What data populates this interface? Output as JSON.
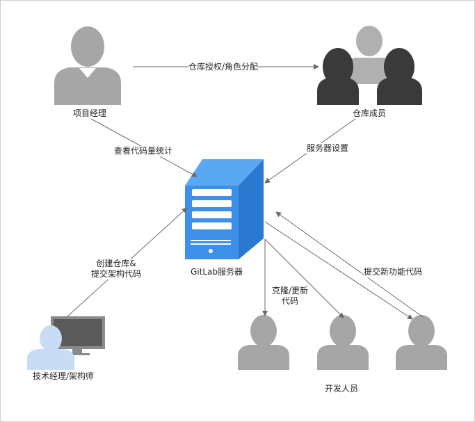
{
  "actors": {
    "project_manager": "项目经理",
    "repo_members": "仓库成员",
    "tech_manager": "技术经理/架构师",
    "developers": "开发人员"
  },
  "server": {
    "label": "GitLab服务器"
  },
  "flows": {
    "repo_auth": "仓库授权/角色分配",
    "view_stats": "查看代码量统计",
    "server_settings": "服务器设置",
    "create_repo_line1": "创建仓库&",
    "create_repo_line2": "提交架构代码",
    "clone_update_line1": "克隆/更新",
    "clone_update_line2": "代码",
    "submit_feature": "提交新功能代码"
  },
  "colors": {
    "person_gray": "#a6a6a6",
    "person_dark": "#3a3a3a",
    "person_light_blue": "#c9dcf5",
    "server_front": "#3d8fe8",
    "server_side": "#2b78d0",
    "server_top": "#5aa8f2",
    "monitor": "#8a8a8a",
    "arrow": "#6a6a6a"
  }
}
